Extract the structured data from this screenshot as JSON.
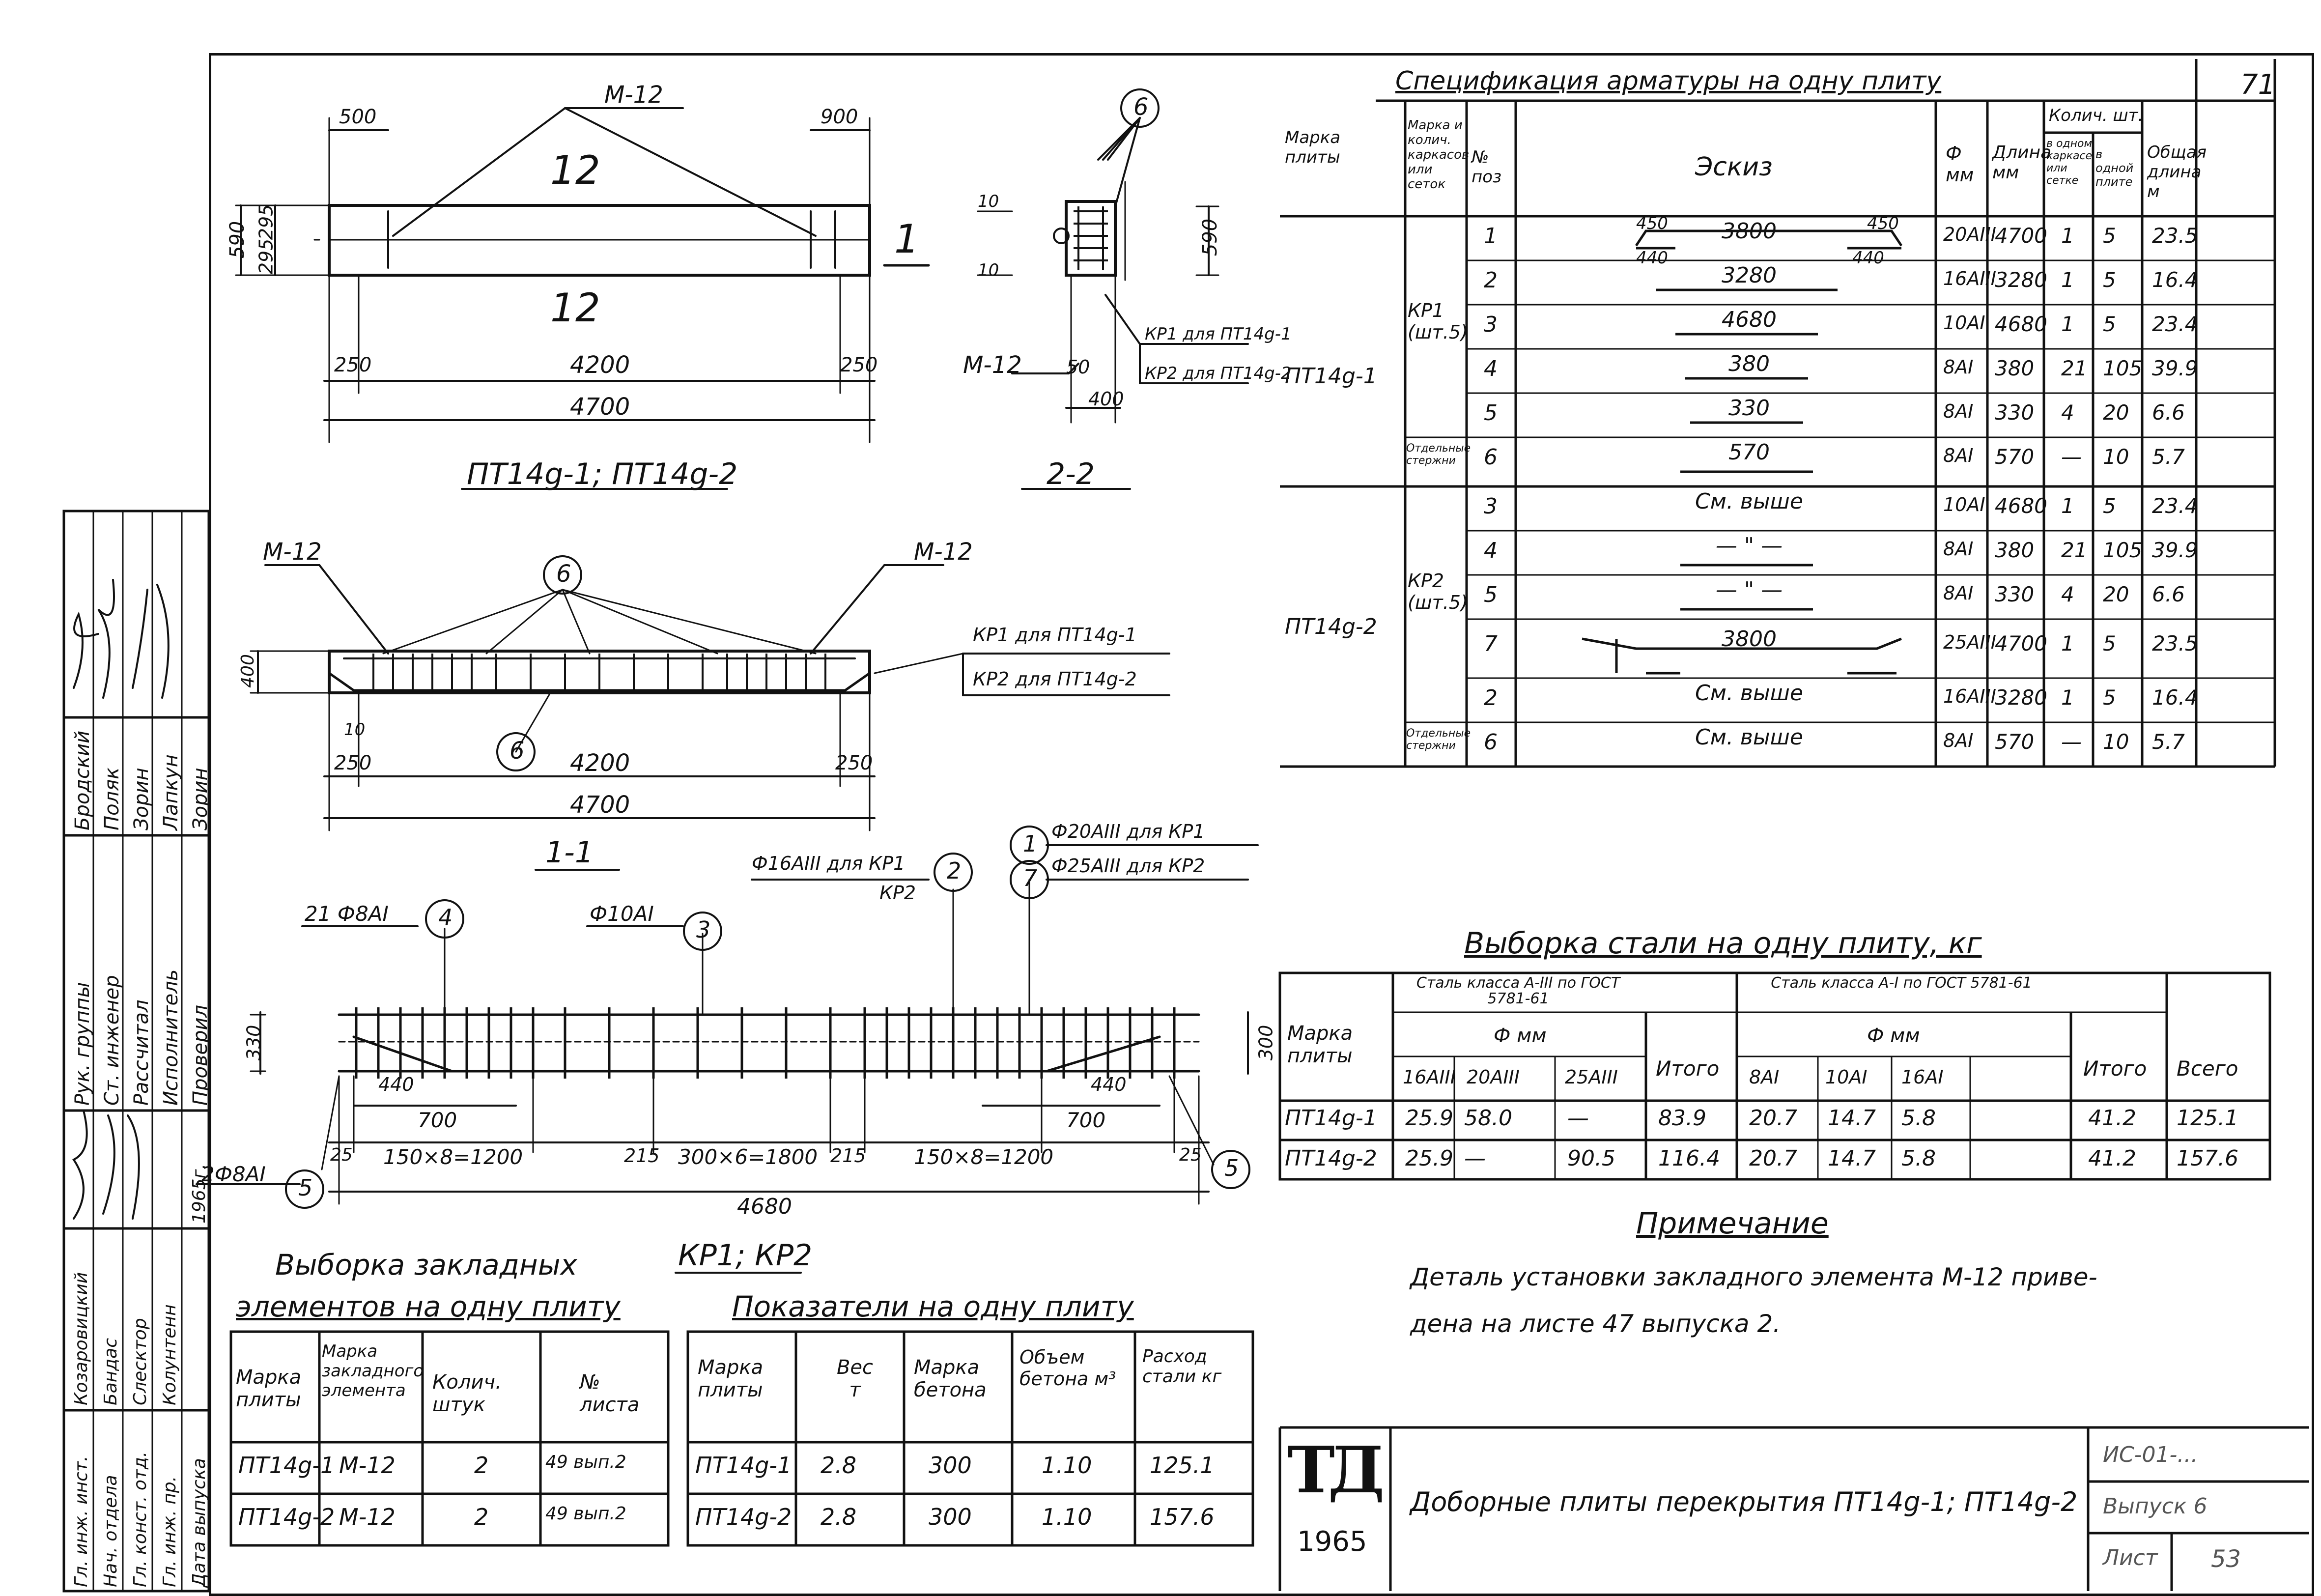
{
  "sheet_number": "71",
  "drawings": {
    "plan": {
      "caption": "ПТ14g-1; ПТ14g-2",
      "dims": {
        "d500": "500",
        "d900": "900",
        "d4200": "4200",
        "d4700": "4700",
        "d250a": "250",
        "d250b": "250",
        "d590": "590",
        "d295a": "295",
        "d295b": "295"
      },
      "labels": {
        "m12": "М-12",
        "n12a": "12",
        "n12b": "12",
        "sec1": "1"
      }
    },
    "section22": {
      "caption": "2-2",
      "dims": {
        "d590": "590",
        "d50": "50",
        "d400": "400",
        "d10a": "10",
        "d10b": "10"
      },
      "labels": {
        "m12": "М-12",
        "kp1": "КР1 для ПТ14g-1",
        "kp2": "КР2 для ПТ14g-2",
        "pos6": "6"
      }
    },
    "section11": {
      "caption": "1-1",
      "dims": {
        "d4200": "4200",
        "d4700": "4700",
        "d250a": "250",
        "d250b": "250",
        "d400": "400",
        "d10": "10"
      },
      "labels": {
        "m12a": "М-12",
        "m12b": "М-12",
        "pos6a": "6",
        "pos6b": "6",
        "kp1": "КР1 для ПТ14g-1",
        "kp2": "КР2 для ПТ14g-2"
      }
    },
    "kp": {
      "caption": "КР1; КР2",
      "labels": {
        "b21": "21 Ф8АI",
        "b10": "Ф10АI",
        "b16a": "Ф16АIII для КР1",
        "b16b": "КР2",
        "b20": "Ф20АIII для КР1",
        "b25": "Ф25АIII для КР2",
        "b2": "2Ф8АI",
        "p4": "4",
        "p3": "3",
        "p2": "2",
        "p1": "1",
        "p7": "7",
        "p5a": "5",
        "p5b": "5"
      },
      "dims": {
        "d330": "330",
        "d300": "300",
        "d440a": "440",
        "d440b": "440",
        "d700a": "700",
        "d700b": "700",
        "d25a": "25",
        "d25b": "25",
        "s150a": "150×8=1200",
        "d215a": "215",
        "s300": "300×6=1800",
        "d215b": "215",
        "s150b": "150×8=1200",
        "d4680": "4680"
      }
    }
  },
  "spec": {
    "title": "Спецификация арматуры на одну плиту",
    "headers": {
      "mark": "Марка плиты",
      "frame": "Марка и колич. каркасов или сеток",
      "pos": "№ поз",
      "sketch": "Эскиз",
      "dia": "Ф мм",
      "len": "Длина мм",
      "qty": "Колич. шт.",
      "q1": "в одном каркасе или сетке",
      "q2": "в одной плите",
      "total": "Общая длина м"
    },
    "groups": [
      {
        "mark": "ПТ14g-1",
        "frames": [
          "КР1 (шт.5)",
          "Отдельные стержни"
        ]
      },
      {
        "mark": "ПТ14g-2",
        "frames": [
          "КР2 (шт.5)",
          "Отдельные стержни"
        ]
      }
    ],
    "rows": [
      {
        "pos": "1",
        "sketch": "3800",
        "dia": "20АIII",
        "len": "4700",
        "q1": "1",
        "q2": "5",
        "total": "23.5"
      },
      {
        "pos": "2",
        "sketch": "3280",
        "dia": "16АIII",
        "len": "3280",
        "q1": "1",
        "q2": "5",
        "total": "16.4"
      },
      {
        "pos": "3",
        "sketch": "4680",
        "dia": "10АI",
        "len": "4680",
        "q1": "1",
        "q2": "5",
        "total": "23.4"
      },
      {
        "pos": "4",
        "sketch": "380",
        "dia": "8АI",
        "len": "380",
        "q1": "21",
        "q2": "105",
        "total": "39.9"
      },
      {
        "pos": "5",
        "sketch": "330",
        "dia": "8АI",
        "len": "330",
        "q1": "4",
        "q2": "20",
        "total": "6.6"
      },
      {
        "pos": "6",
        "sketch": "570",
        "dia": "8АI",
        "len": "570",
        "q1": "—",
        "q2": "10",
        "total": "5.7"
      },
      {
        "pos": "3",
        "sketch": "См. выше",
        "dia": "10АI",
        "len": "4680",
        "q1": "1",
        "q2": "5",
        "total": "23.4"
      },
      {
        "pos": "4",
        "sketch": "— \" —",
        "dia": "8АI",
        "len": "380",
        "q1": "21",
        "q2": "105",
        "total": "39.9"
      },
      {
        "pos": "5",
        "sketch": "— \" —",
        "dia": "8АI",
        "len": "330",
        "q1": "4",
        "q2": "20",
        "total": "6.6"
      },
      {
        "pos": "7",
        "sketch": "3800",
        "dia": "25АIII",
        "len": "4700",
        "q1": "1",
        "q2": "5",
        "total": "23.5"
      },
      {
        "pos": "2",
        "sketch": "См. выше",
        "dia": "16АIII",
        "len": "3280",
        "q1": "1",
        "q2": "5",
        "total": "16.4"
      },
      {
        "pos": "6",
        "sketch": "См. выше",
        "dia": "8АI",
        "len": "570",
        "q1": "—",
        "q2": "10",
        "total": "5.7"
      }
    ],
    "sketch_dims": {
      "s450a": "450",
      "s450b": "450",
      "s440a": "440",
      "s440b": "440"
    }
  },
  "steel": {
    "title": "Выборка стали на одну плиту, кг",
    "headers": {
      "mark": "Марка плиты",
      "cls3": "Сталь класса А-III по ГОСТ 5781-61",
      "cls1": "Сталь класса А-I по ГОСТ 5781-61",
      "mm": "Ф мм",
      "d16": "16АIII",
      "d20": "20АIII",
      "d25": "25АIII",
      "itogo": "Итого",
      "d8": "8АI",
      "d10": "10АI",
      "d16a": "16АI",
      "itogo2": "Итого",
      "vsego": "Всего"
    },
    "rows": [
      {
        "mark": "ПТ14g-1",
        "c1": "25.9",
        "c2": "58.0",
        "c3": "—",
        "c4": "83.9",
        "c5": "20.7",
        "c6": "14.7",
        "c7": "5.8",
        "c8": "",
        "c9": "41.2",
        "c10": "125.1"
      },
      {
        "mark": "ПТ14g-2",
        "c1": "25.9",
        "c2": "—",
        "c3": "90.5",
        "c4": "116.4",
        "c5": "20.7",
        "c6": "14.7",
        "c7": "5.8",
        "c8": "",
        "c9": "41.2",
        "c10": "157.6"
      }
    ]
  },
  "note": {
    "title": "Примечание",
    "text1": "Деталь установки закладного элемента М-12 приве-",
    "text2": "дена на листе 47 выпуска 2."
  },
  "embedded": {
    "title1": "Выборка закладных",
    "title2": "элементов на одну плиту",
    "headers": {
      "mark": "Марка плиты",
      "el": "Марка закладного элемента",
      "qty": "Колич. штук",
      "sheet": "№ листа"
    },
    "rows": [
      {
        "mark": "ПТ14g-1",
        "el": "М-12",
        "qty": "2",
        "sheet": "49 вып.2"
      },
      {
        "mark": "ПТ14g-2",
        "el": "М-12",
        "qty": "2",
        "sheet": "49 вып.2"
      }
    ]
  },
  "indicators": {
    "title": "Показатели на одну плиту",
    "headers": {
      "mark": "Марка плиты",
      "weight": "Вес т",
      "concrete": "Марка бетона",
      "volume": "Объем бетона м³",
      "steel": "Расход стали кг"
    },
    "rows": [
      {
        "mark": "ПТ14g-1",
        "weight": "2.8",
        "concrete": "300",
        "volume": "1.10",
        "steel": "125.1"
      },
      {
        "mark": "ПТ14g-2",
        "weight": "2.8",
        "concrete": "300",
        "volume": "1.10",
        "steel": "157.6"
      }
    ]
  },
  "title_block": {
    "logo": "ТД",
    "year": "1965",
    "title": "Доборные плиты перекрытия ПТ14g-1; ПТ14g-2",
    "code": "ИС-01-...",
    "issue": "Выпуск 6",
    "sheet_label": "Лист",
    "sheet_no": "53"
  },
  "stamp": {
    "roles": [
      "Рук. группы",
      "Ст. инженер",
      "Рассчитал",
      "Исполнитель",
      "Проверил"
    ],
    "names": [
      "Бродский",
      "Поляк",
      "Зорин",
      "Лапкун",
      "Зорин"
    ],
    "roles2": [
      "Гл. инж. инст.",
      "Нач. отдела",
      "Гл. конст. отд.",
      "Гл. инж. пр.",
      "Дата выпуска"
    ],
    "names2": [
      "Козаровицкий",
      "Бандас",
      "Слесктор",
      "Колунтенн"
    ],
    "date": "1965г."
  }
}
